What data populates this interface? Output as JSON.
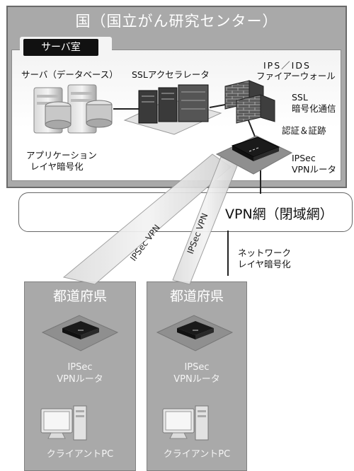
{
  "national": {
    "title": "国（国立がん研究センター）",
    "server_room": "サーバ室"
  },
  "components": {
    "server": "サーバ（データベース）",
    "ssl_accelerator": "SSLアクセラレータ",
    "firewall_line1": "IPS／IDS",
    "firewall_line2": "ファイアーウォール",
    "ssl_enc_line1": "SSL",
    "ssl_enc_line2": "暗号化通信",
    "auth": "認証＆証跡",
    "app_enc_line1": "アプリケーション",
    "app_enc_line2": "レイヤ暗号化",
    "router_line1": "IPSec",
    "router_line2": "VPNルータ"
  },
  "network": {
    "label": "VPN網（閉域網）",
    "tunnel_label": "IPSec VPN",
    "net_enc_line1": "ネットワーク",
    "net_enc_line2": "レイヤ暗号化"
  },
  "prefectures": [
    {
      "title": "都道府県",
      "router_line1": "IPSec",
      "router_line2": "VPNルータ",
      "client": "クライアントPC"
    },
    {
      "title": "都道府県",
      "router_line1": "IPSec",
      "router_line2": "VPNルータ",
      "client": "クライアントPC"
    }
  ]
}
